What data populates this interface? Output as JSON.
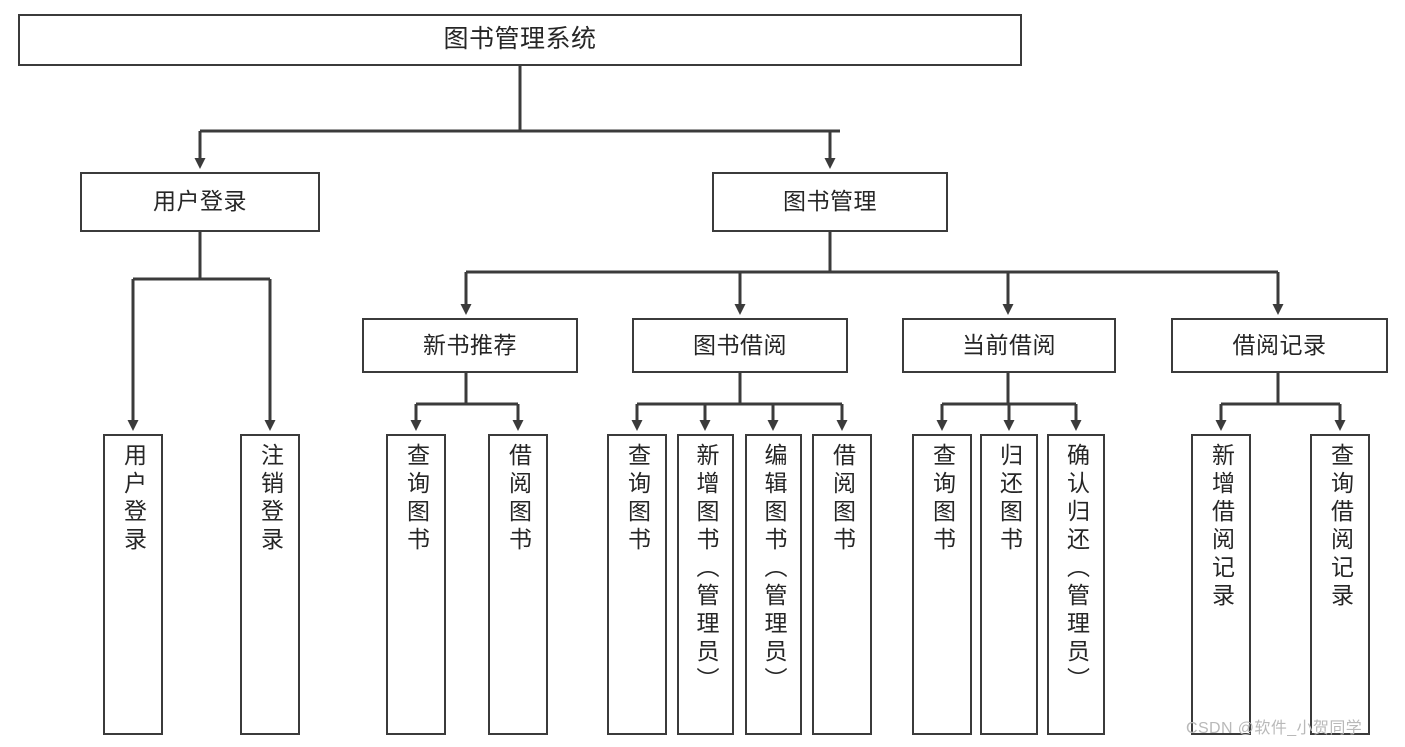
{
  "diagram": {
    "title": "图书管理系统",
    "type": "function-structure-tree",
    "stroke_color": "#3b3b3b",
    "fill_color": "#ffffff",
    "text_color": "#262626"
  },
  "root": {
    "label": "图书管理系统"
  },
  "level2": [
    {
      "label": "用户登录"
    },
    {
      "label": "图书管理"
    }
  ],
  "level3": [
    {
      "label": "新书推荐"
    },
    {
      "label": "图书借阅"
    },
    {
      "label": "当前借阅"
    },
    {
      "label": "借阅记录"
    }
  ],
  "leaves": {
    "user_login": [
      {
        "label": "用户登录"
      },
      {
        "label": "注销登录"
      }
    ],
    "new_book": [
      {
        "label": "查询图书"
      },
      {
        "label": "借阅图书"
      }
    ],
    "book_borrow": [
      {
        "label": "查询图书"
      },
      {
        "label": "新增图书（管理员）"
      },
      {
        "label": "编辑图书（管理员）"
      },
      {
        "label": "借阅图书"
      }
    ],
    "current_borrow": [
      {
        "label": "查询图书"
      },
      {
        "label": "归还图书"
      },
      {
        "label": "确认归还（管理员）"
      }
    ],
    "borrow_record": [
      {
        "label": "新增借阅记录"
      },
      {
        "label": "查询借阅记录"
      }
    ]
  },
  "watermark": {
    "text": "CSDN @软件_小贺同学"
  }
}
